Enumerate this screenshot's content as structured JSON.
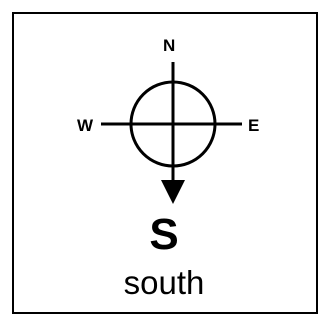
{
  "compass": {
    "north_label": "N",
    "west_label": "W",
    "east_label": "E",
    "direction_letter": "S",
    "direction_word": "south",
    "icon": "compass-icon",
    "pointer": "arrow-down-icon"
  },
  "colors": {
    "ink": "#000000",
    "background": "#ffffff"
  }
}
